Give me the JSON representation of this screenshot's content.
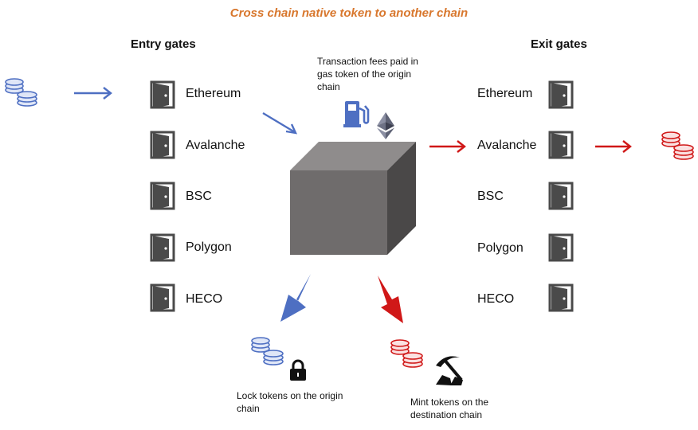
{
  "title": "Cross chain native token to another chain",
  "entry": {
    "heading": "Entry gates",
    "gates": [
      "Ethereum",
      "Avalanche",
      "BSC",
      "Polygon",
      "HECO"
    ]
  },
  "exit": {
    "heading": "Exit gates",
    "gates": [
      "Ethereum",
      "Avalanche",
      "BSC",
      "Polygon",
      "HECO"
    ]
  },
  "fee_note": "Transaction fees paid in gas token of the origin chain",
  "lock_note": "Lock tokens on the origin chain",
  "mint_note": "Mint tokens on the destination chain",
  "colors": {
    "title": "#d8772d",
    "blue": "#4e6fc2",
    "red": "#d01818",
    "cube_front": "#6f6c6c",
    "cube_top": "#8f8c8c",
    "cube_side": "#4a4848",
    "door": "#4a4a4a"
  },
  "icons": [
    "door-icon",
    "coin-stack-icon",
    "fuel-pump-icon",
    "ethereum-logo-icon",
    "padlock-icon",
    "pickaxe-icon"
  ]
}
